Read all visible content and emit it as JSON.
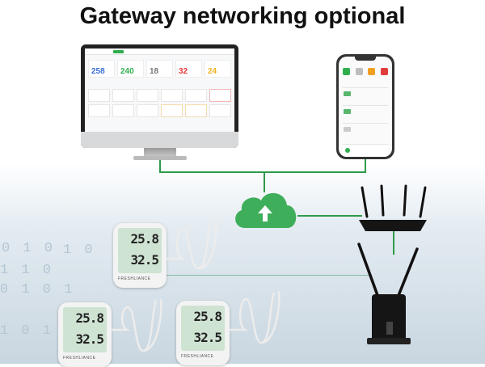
{
  "title": "Gateway networking optional",
  "background_text": [
    "0 1 0",
    "1 1 0",
    "1 0",
    "0 1 0 1",
    "1 0 1"
  ],
  "dashboard": {
    "stats": [
      {
        "value": "258",
        "color": "#3b6fd8"
      },
      {
        "value": "240",
        "color": "#2fae4e"
      },
      {
        "value": "18",
        "color": "#777777"
      },
      {
        "value": "32",
        "color": "#e23b3b"
      },
      {
        "value": "24",
        "color": "#f0b020"
      }
    ]
  },
  "phone": {
    "icon_colors": [
      "#2fae4e",
      "#bdbdbd",
      "#f0a020",
      "#e23b3b"
    ]
  },
  "sensors": [
    {
      "brand": "FRESHLIANCE",
      "temp": "25.8",
      "temp2": "32.5"
    },
    {
      "brand": "FRESHLIANCE",
      "temp": "25.8",
      "temp2": "32.5"
    },
    {
      "brand": "FRESHLIANCE",
      "temp": "25.8",
      "temp2": "32.5"
    }
  ],
  "colors": {
    "accent": "#2f9a4a",
    "cloud": "#3fae5a"
  }
}
